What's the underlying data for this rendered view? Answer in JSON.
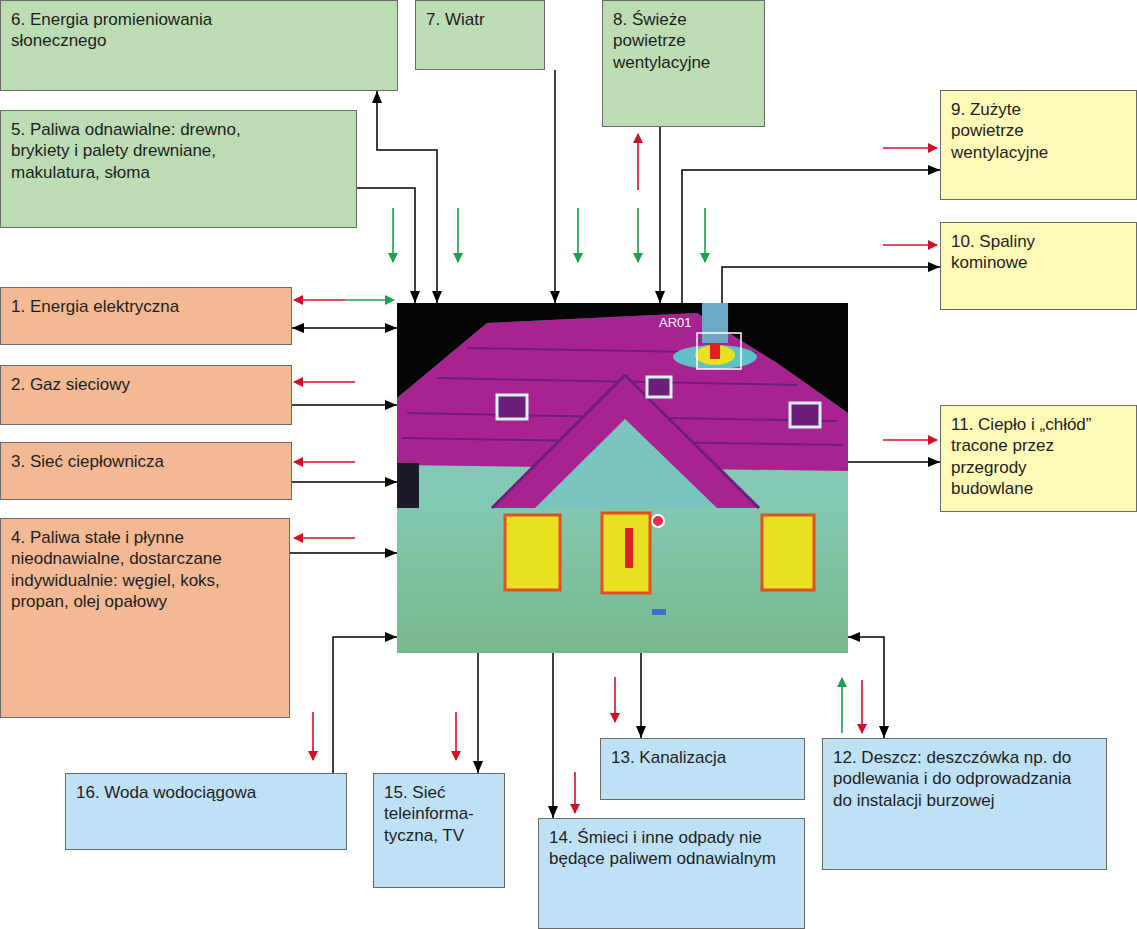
{
  "diagram": {
    "nodes": [
      {
        "text": [
          "1. Energia elektryczna"
        ]
      },
      {
        "text": [
          "2. Gaz sieciowy"
        ]
      },
      {
        "text": [
          "3. Sieć ciepłownicza"
        ]
      },
      {
        "text": [
          "4. Paliwa stałe i płynne nieodnawialne, dostarczane indywidualnie: węgiel, koks, propan, olej opałowy"
        ]
      },
      {
        "text": [
          "5. Paliwa odnawialne: drewno, brykiety i palety drewniane, makulatura, słoma"
        ]
      },
      {
        "text": [
          "6. Energia promieniowania słonecznego"
        ]
      },
      {
        "text": [
          "7. Wiatr"
        ]
      },
      {
        "text": [
          "8. Świeże powietrze wentylacyjne"
        ]
      },
      {
        "text": [
          "9. Zużyte powietrze wentylacyjne"
        ]
      },
      {
        "text": [
          "10. Spaliny kominowe"
        ]
      },
      {
        "text": [
          "11. Ciepło i „chłód” tracone przez przegrody budowlane"
        ]
      },
      {
        "text": [
          "12. Deszcz: deszczówka np. do podlewania i do odprowadzania do instalacji burzowej"
        ]
      },
      {
        "text": [
          "13. Kanalizacja"
        ]
      },
      {
        "text": [
          "14. Śmieci i inne odpady nie będące paliwem odnawialnym"
        ]
      },
      {
        "text": [
          "15. Sieć teleinforma- tyczna, TV"
        ]
      },
      {
        "text": [
          "16. Woda wodociągowa"
        ]
      },
      {
        "text": [
          "AR01"
        ]
      }
    ],
    "edges": [
      {
        "from": 0,
        "to": 16,
        "arrow": "both"
      },
      {
        "from": 1,
        "to": 16,
        "arrow": "to"
      },
      {
        "from": 2,
        "to": 16,
        "arrow": "to"
      },
      {
        "from": 3,
        "to": 16,
        "arrow": "to"
      },
      {
        "from": 4,
        "to": 16,
        "arrow": "to"
      },
      {
        "from": 5,
        "to": 16,
        "arrow": "both"
      },
      {
        "from": 6,
        "to": 16,
        "arrow": "to"
      },
      {
        "from": 7,
        "to": 16,
        "arrow": "to"
      },
      {
        "from": 16,
        "to": 8,
        "arrow": "to"
      },
      {
        "from": 16,
        "to": 9,
        "arrow": "to"
      },
      {
        "from": 16,
        "to": 10,
        "arrow": "to"
      },
      {
        "from": 16,
        "to": 11,
        "arrow": "both"
      },
      {
        "from": 16,
        "to": 12,
        "arrow": "to"
      },
      {
        "from": 16,
        "to": 13,
        "arrow": "to"
      },
      {
        "from": 16,
        "to": 14,
        "arrow": "to"
      },
      {
        "from": 15,
        "to": 16,
        "arrow": "to"
      }
    ]
  }
}
